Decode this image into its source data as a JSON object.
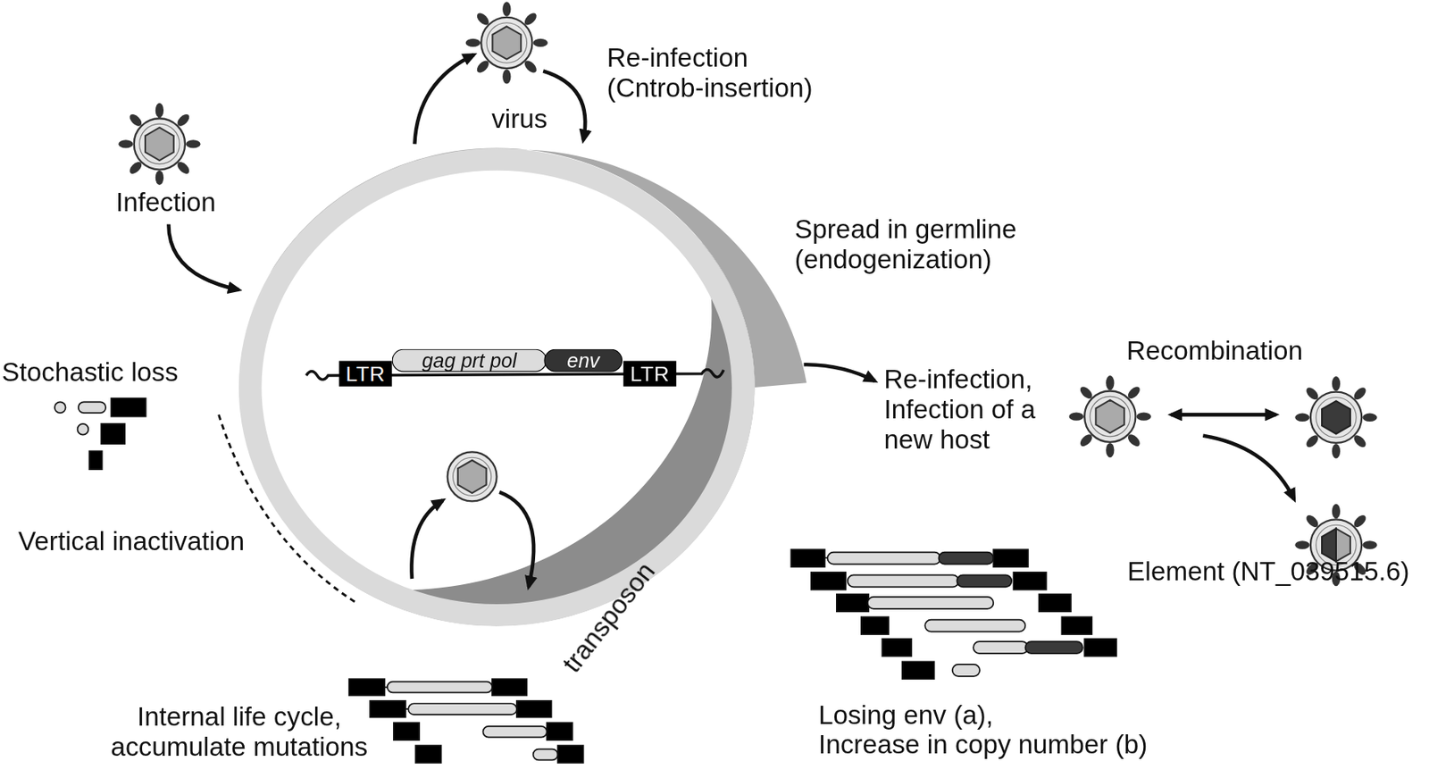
{
  "diagram": {
    "nodes": [
      {
        "text": [
          "LTR"
        ]
      },
      {
        "text": [
          "gag prt pol"
        ]
      },
      {
        "text": [
          "env"
        ]
      },
      {
        "text": [
          "LTR"
        ]
      }
    ],
    "labels": [
      "Infection",
      "Re-infection (Cntrob-insertion)",
      "virus",
      "Spread in germline (endogenization)",
      "Re-infection, Infection of a new host",
      "Recombination",
      "Element (NT_039515.6)",
      "Stochastic loss",
      "Vertical inactivation",
      "transposon",
      "Internal life cycle, accumulate mutations",
      "Losing env (a),",
      "Increase in copy number (b)"
    ]
  }
}
